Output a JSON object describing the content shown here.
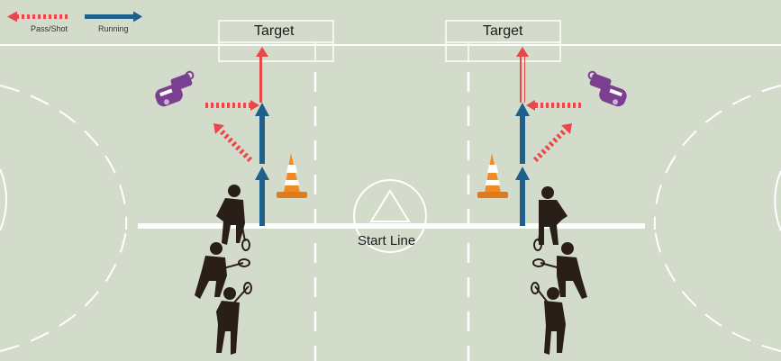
{
  "legend": {
    "pass_shot": "Pass/Shot",
    "running": "Running"
  },
  "targets": {
    "left": "Target",
    "right": "Target"
  },
  "start_line": "Start Line",
  "colors": {
    "field": "#d3dccb",
    "pass_arrow": "#e8474b",
    "run_arrow": "#1e5f8c",
    "whistle": "#7a3f91",
    "cone": "#f08a24",
    "player": "#2a1f18"
  },
  "icons": [
    "whistle-icon",
    "cone-icon",
    "player-icon"
  ]
}
